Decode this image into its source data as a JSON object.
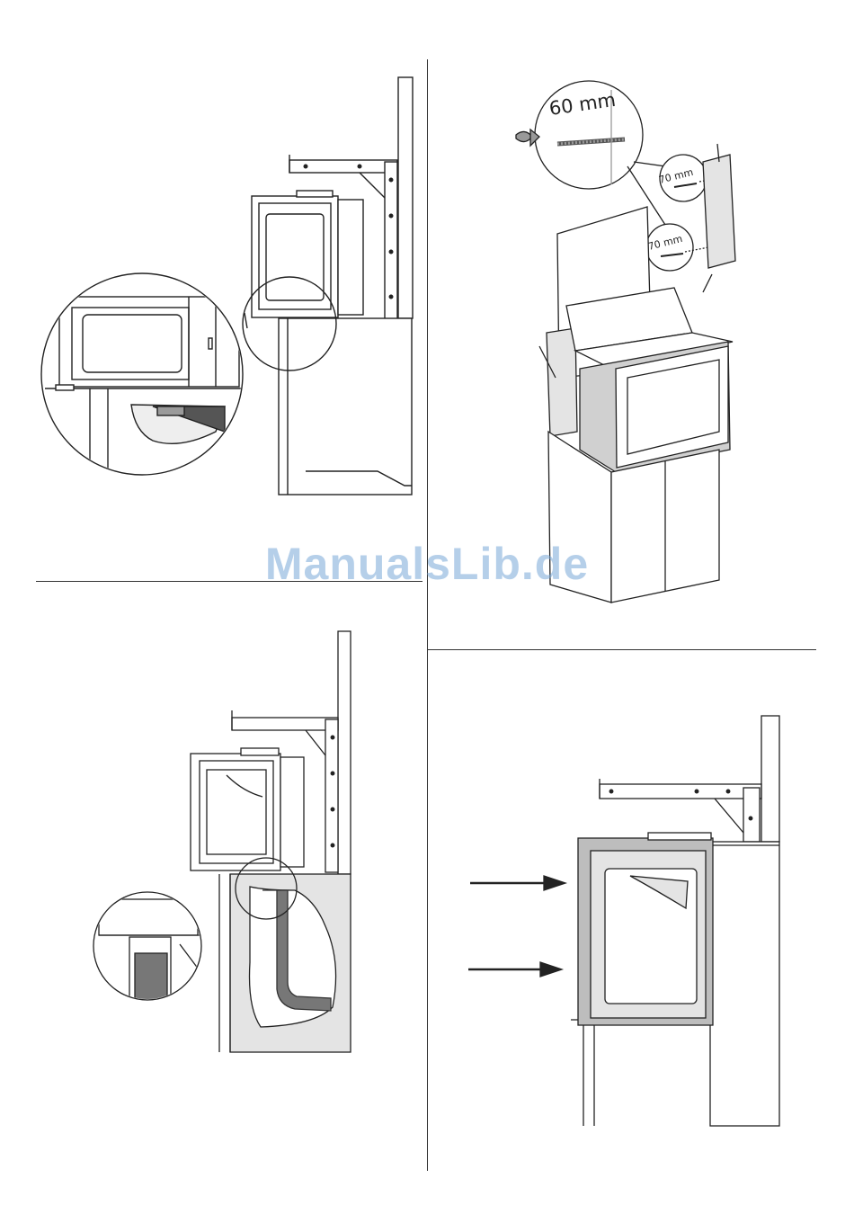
{
  "figures": {
    "fig_bolt": {
      "bolt_label": "60 mm",
      "offset_label_upper": "70 mm",
      "offset_label_lower": "70 mm"
    }
  },
  "watermark": {
    "text": "ManualsLib.de",
    "color": "#7aa9d8"
  },
  "colors": {
    "line": "#222222",
    "dark_fill": "#555555",
    "mid_fill": "#9a9a9a",
    "light_fill": "#e4e4e4",
    "steel": "#bdbdbd"
  }
}
